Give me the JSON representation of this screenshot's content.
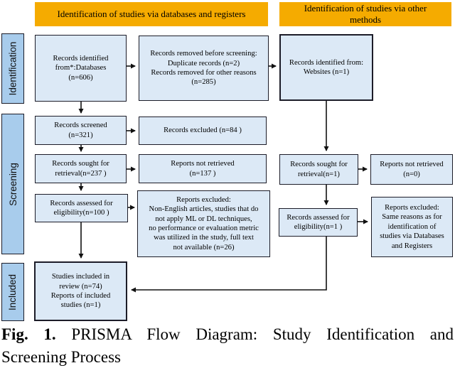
{
  "colors": {
    "header_bg": "#F5AB00",
    "flow_box_fill": "#DCE9F6",
    "stage_label_fill": "#A8CCEC",
    "border": "#1C1C28",
    "arrow": "#111111"
  },
  "headers": [
    {
      "label": "Identification of studies via databases and registers"
    },
    {
      "label": "Identification of studies via other\nmethods"
    }
  ],
  "stages": [
    {
      "label": "Identification"
    },
    {
      "label": "Screening"
    },
    {
      "label": "Included"
    }
  ],
  "boxes": {
    "records_identified_databases": "Records identified\nfrom*:Databases\n(n=606)",
    "records_removed_before_screening": "Records removed before screening:\nDuplicate records (n=2)\nRecords removed for other reasons\n(n=285)",
    "records_identified_websites": "Records identified from:\nWebsites (n=1)",
    "records_screened": "Records screened\n(n=321)",
    "records_excluded": "Records excluded (n=84 )",
    "records_sought_databases": "Records sought for\nretrieval(n=237 )",
    "reports_not_retrieved_databases": "Reports not retrieved\n(n=137 )",
    "records_sought_other": "Records sought for\nretrieval(n=1)",
    "reports_not_retrieved_other": "Reports not retrieved\n(n=0)",
    "records_assessed_databases": "Records assessed for\neligibility(n=100 )",
    "reports_excluded_databases": "Reports excluded:\nNon-English articles, studies that do\nnot apply ML or DL techniques,\nno performance or evaluation metric\nwas utilized in the study, full text\nnot available (n=26)",
    "records_assessed_other": "Records assessed for\neligibility(n=1 )",
    "reports_excluded_other": "Reports excluded:\nSame reasons as for\nidentification of\nstudies via Databases\nand Registers",
    "studies_included": "Studies included in\nreview (n=74)\nReports of included\nstudies (n=1)"
  },
  "caption": {
    "fig_label": "Fig. 1.",
    "title_line1": "PRISMA Flow Diagram: Study Identification and",
    "title_line2": "Screening Process"
  }
}
